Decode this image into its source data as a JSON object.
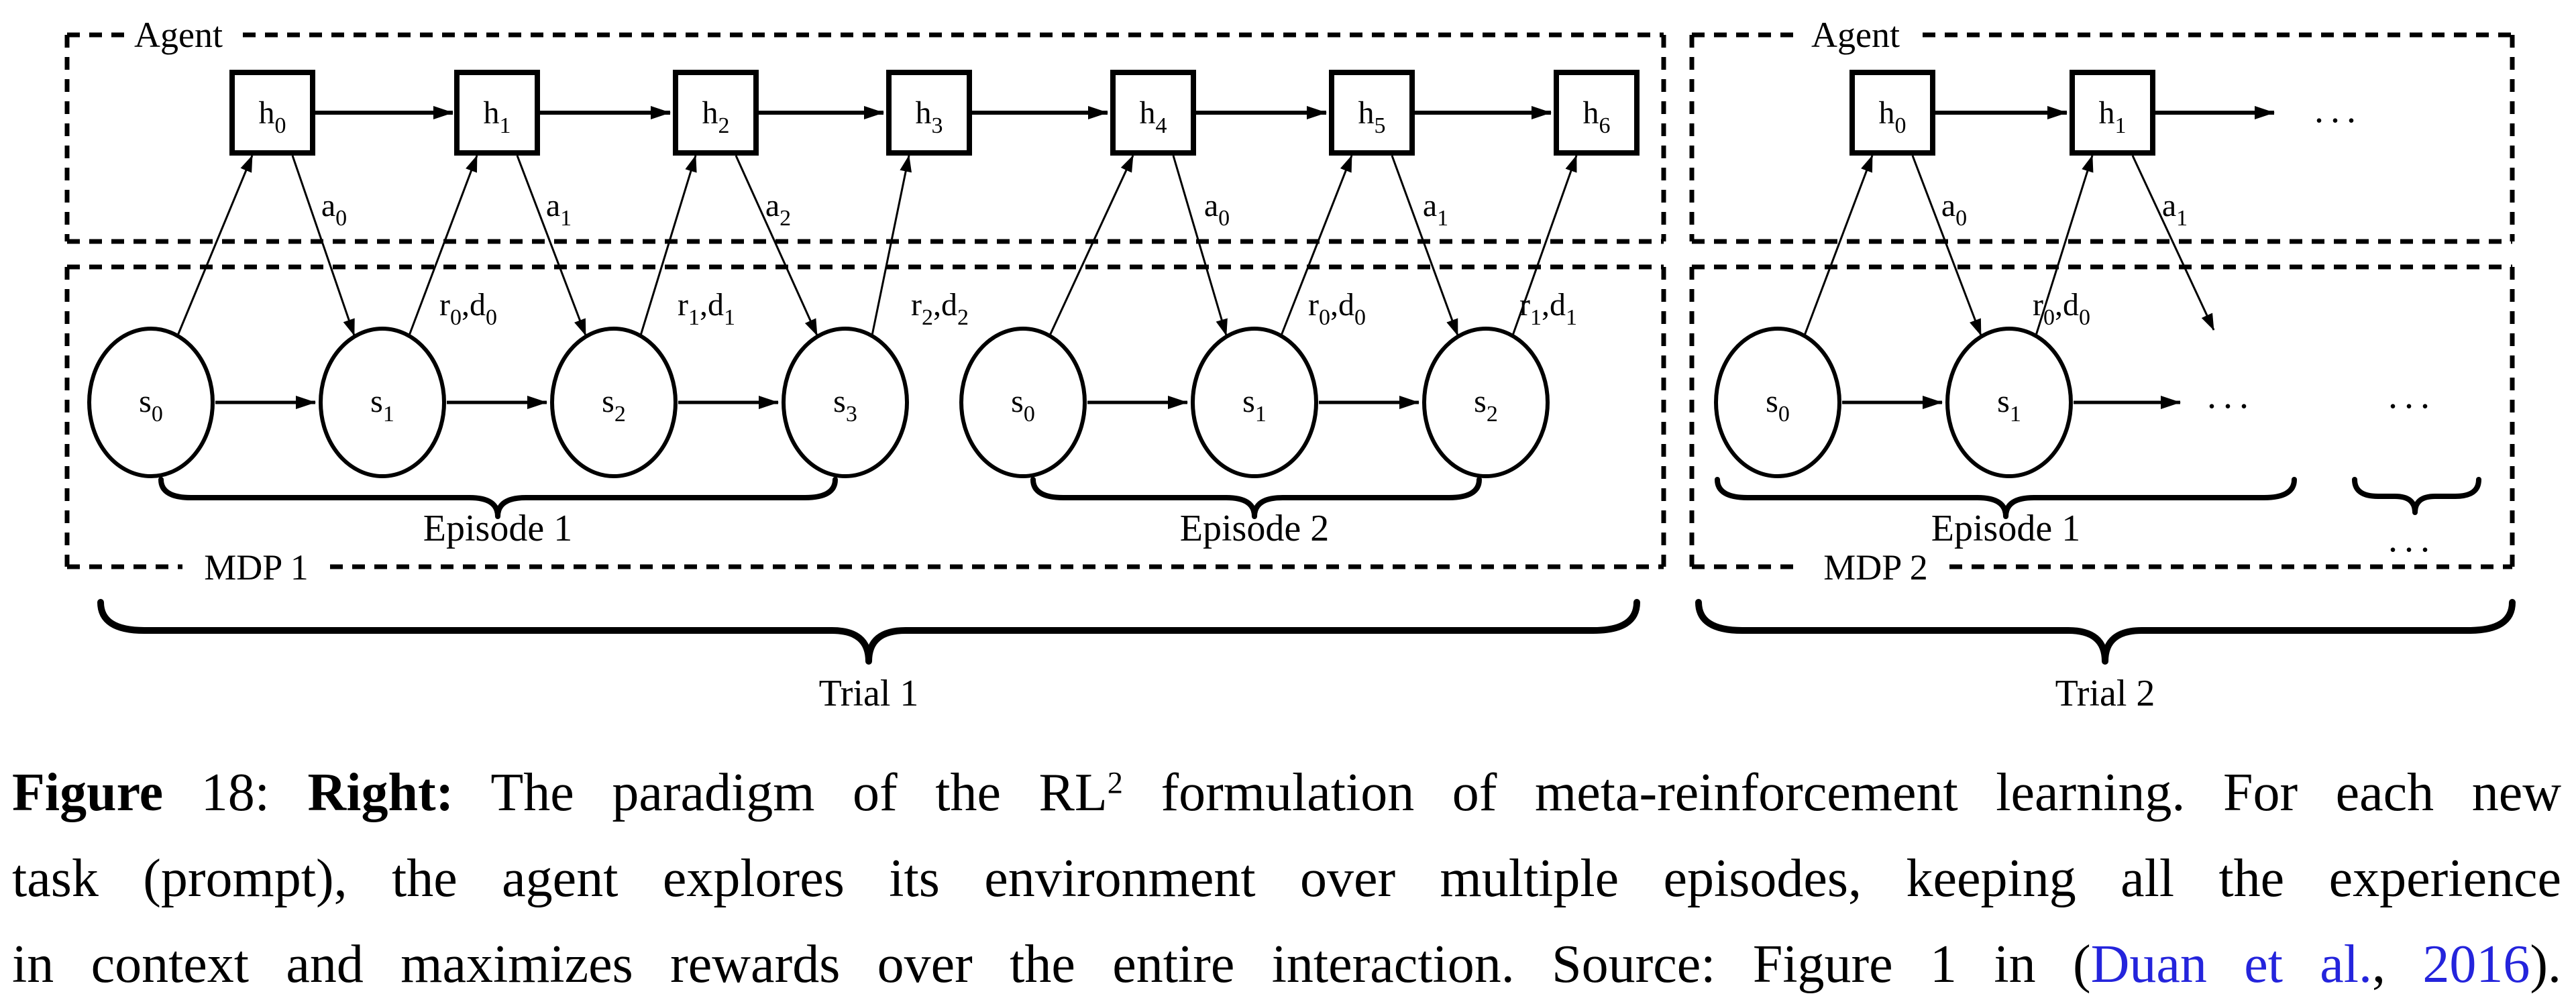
{
  "diagram": {
    "sym": {
      "h": "h",
      "s": "s",
      "a": "a",
      "r": "r",
      "comma_d": ",d",
      "ellipsis": "..."
    },
    "left": {
      "agent_label": "Agent",
      "mdp_label": "MDP 1",
      "trial_label": "Trial 1",
      "h_subs": [
        "0",
        "1",
        "2",
        "3",
        "4",
        "5",
        "6"
      ],
      "ep1": {
        "label": "Episode 1",
        "s_subs": [
          "0",
          "1",
          "2",
          "3"
        ],
        "a_subs": [
          "0",
          "1",
          "2"
        ],
        "rd_subs": [
          "0",
          "1",
          "2"
        ]
      },
      "ep2": {
        "label": "Episode 2",
        "s_subs": [
          "0",
          "1",
          "2"
        ],
        "a_subs": [
          "0",
          "1"
        ],
        "rd_subs": [
          "0",
          "1"
        ]
      }
    },
    "right": {
      "agent_label": "Agent",
      "mdp_label": "MDP 2",
      "trial_label": "Trial 2",
      "episode_label": "Episode 1",
      "h_subs": [
        "0",
        "1"
      ],
      "s_subs": [
        "0",
        "1"
      ],
      "a_subs": [
        "0",
        "1"
      ],
      "rd_subs": [
        "0"
      ]
    }
  },
  "caption": {
    "fig_bold": "Figure",
    "fig_num": " 18: ",
    "right_bold": "Right:",
    "l1_a": " The paradigm of the RL",
    "l1_sup": "2",
    "l1_b": " formulation of meta-reinforcement learning. For each new",
    "line2": "task (prompt), the agent explores its environment over multiple episodes, keeping all the experience",
    "l3_pre": "in context and maximizes rewards over the entire interaction. Source: Figure 1 in (",
    "l3_link1": "Duan et al.",
    "l3_sep": ", ",
    "l3_link2": "2016",
    "l3_post": ").",
    "link_color": "#2424DC"
  }
}
